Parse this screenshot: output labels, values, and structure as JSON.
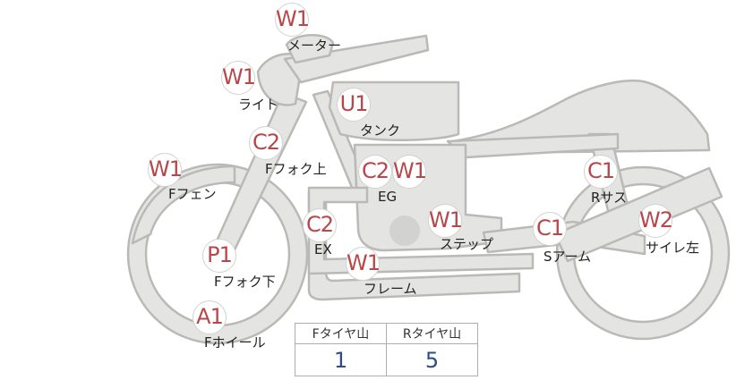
{
  "parts": [
    {
      "id": "meter",
      "code": "W1",
      "label": "メーター"
    },
    {
      "id": "light",
      "code": "W1",
      "label": "ライト"
    },
    {
      "id": "tank",
      "code": "U1",
      "label": "タンク"
    },
    {
      "id": "front-fork-upper",
      "code": "C2",
      "label": "Fフォク上"
    },
    {
      "id": "front-fender",
      "code": "W1",
      "label": "Fフェン"
    },
    {
      "id": "engine",
      "codes": [
        "C2",
        "W1"
      ],
      "label": "EG"
    },
    {
      "id": "rear-suspension",
      "code": "C1",
      "label": "Rサス"
    },
    {
      "id": "exhaust",
      "code": "C2",
      "label": "EX"
    },
    {
      "id": "step",
      "code": "W1",
      "label": "ステップ"
    },
    {
      "id": "swing-arm",
      "code": "C1",
      "label": "Sアーム"
    },
    {
      "id": "muffler-left",
      "code": "W2",
      "label": "サイレ左"
    },
    {
      "id": "front-fork-lower",
      "code": "P1",
      "label": "Fフォク下"
    },
    {
      "id": "frame",
      "code": "W1",
      "label": "フレーム"
    },
    {
      "id": "front-wheel",
      "code": "A1",
      "label": "Fホイール"
    }
  ],
  "tire_table": {
    "headers": [
      "Fタイヤ山",
      "Rタイヤ山"
    ],
    "values": [
      "1",
      "5"
    ]
  },
  "colors": {
    "badge_text": "#b8474a",
    "value_text": "#2e4d86",
    "bike_fill": "#e4e4e2",
    "bike_stroke": "#b9b9b6"
  }
}
